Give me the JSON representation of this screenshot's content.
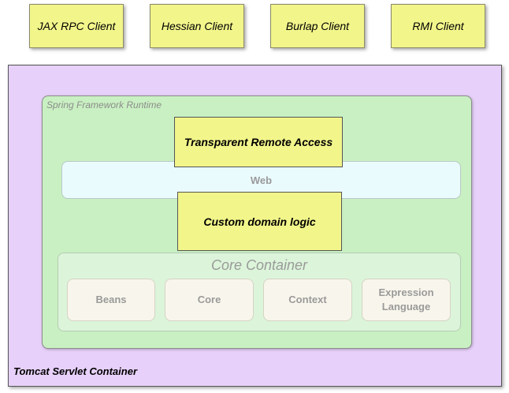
{
  "clients": [
    {
      "label": "JAX RPC Client"
    },
    {
      "label": "Hessian Client"
    },
    {
      "label": "Burlap Client"
    },
    {
      "label": "RMI Client"
    }
  ],
  "tomcat": {
    "label": "Tomcat Servlet Container"
  },
  "spring": {
    "label": "Spring Framework Runtime"
  },
  "remote_access": {
    "label": "Transparent Remote Access"
  },
  "web": {
    "label": "Web"
  },
  "custom_logic": {
    "label": "Custom domain logic"
  },
  "core_container": {
    "title": "Core Container",
    "modules": [
      {
        "label": "Beans"
      },
      {
        "label": "Core"
      },
      {
        "label": "Context"
      },
      {
        "label": "Expression Language"
      }
    ]
  }
}
